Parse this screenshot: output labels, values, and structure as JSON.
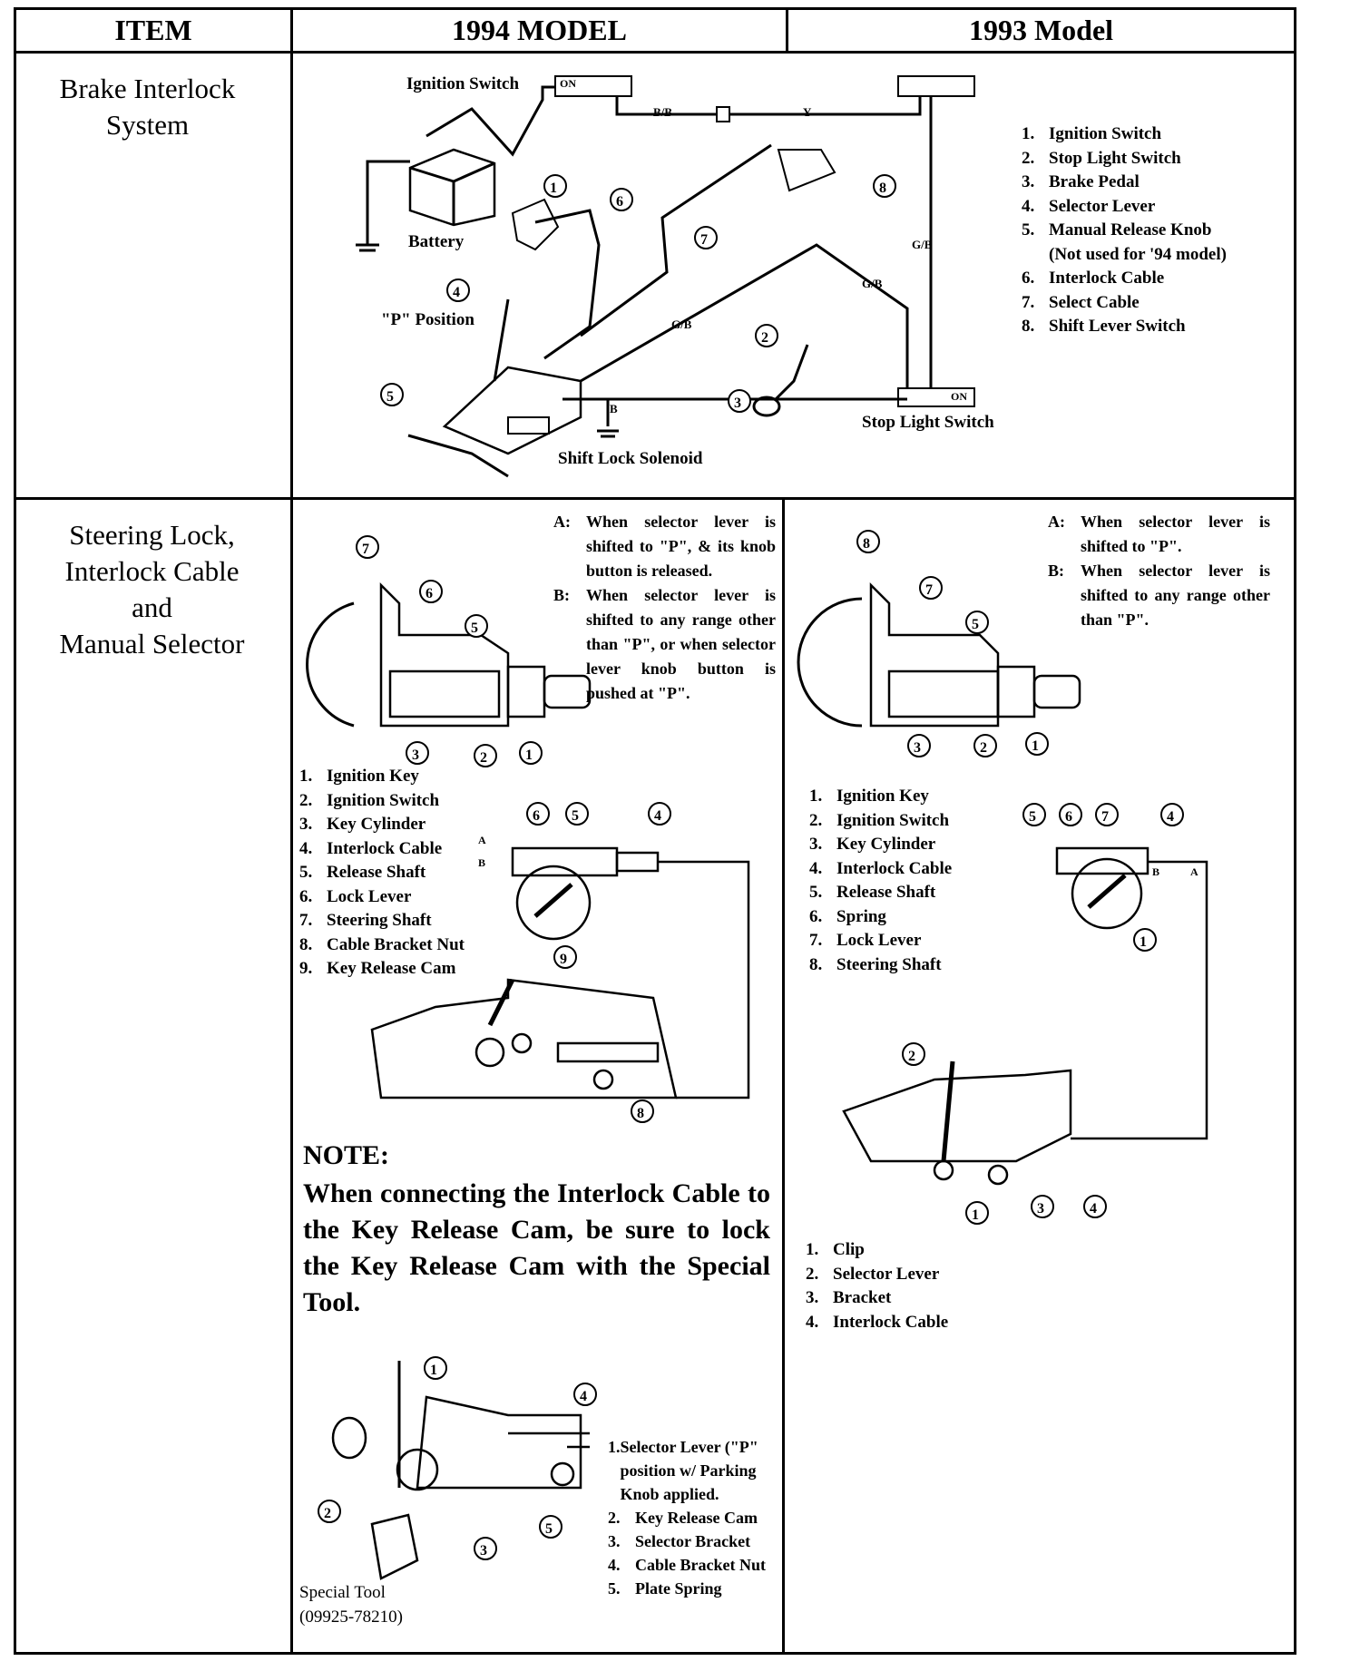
{
  "header": {
    "item": "ITEM",
    "model_1994": "1994 MODEL",
    "model_1993": "1993 Model"
  },
  "row1": {
    "item_label": "Brake Interlock System",
    "labels": {
      "ignition_switch": "Ignition Switch",
      "battery": "Battery",
      "p_position": "\"P\" Position",
      "shift_lock_solenoid": "Shift Lock Solenoid",
      "stop_light_switch": "Stop Light Switch",
      "on": "ON",
      "wire_bb": "B/B",
      "wire_y": "Y",
      "wire_gb": "G/B",
      "wire_b": "B"
    },
    "legend": [
      {
        "n": "1.",
        "t": "Ignition Switch"
      },
      {
        "n": "2.",
        "t": "Stop Light Switch"
      },
      {
        "n": "3.",
        "t": "Brake Pedal"
      },
      {
        "n": "4.",
        "t": "Selector Lever"
      },
      {
        "n": "5.",
        "t": "Manual Release Knob"
      },
      {
        "n": "",
        "t": "(Not used for '94 model)"
      },
      {
        "n": "6.",
        "t": "Interlock Cable"
      },
      {
        "n": "7.",
        "t": "Select Cable"
      },
      {
        "n": "8.",
        "t": "Shift Lever Switch"
      }
    ]
  },
  "row2": {
    "item_label_lines": [
      "Steering Lock,",
      "Interlock Cable",
      "and",
      "Manual Selector"
    ],
    "col94": {
      "notes": [
        {
          "k": "A:",
          "v": "When selector lever is shifted to \"P\", & its knob button is released."
        },
        {
          "k": "B:",
          "v": "When selector lever is shifted to any range other than \"P\", or when selector lever knob button is pushed at \"P\"."
        }
      ],
      "parts": [
        {
          "n": "1.",
          "t": "Ignition Key"
        },
        {
          "n": "2.",
          "t": "Ignition Switch"
        },
        {
          "n": "3.",
          "t": "Key Cylinder"
        },
        {
          "n": "4.",
          "t": "Interlock Cable"
        },
        {
          "n": "5.",
          "t": "Release Shaft"
        },
        {
          "n": "6.",
          "t": "Lock Lever"
        },
        {
          "n": "7.",
          "t": "Steering Shaft"
        },
        {
          "n": "8.",
          "t": "Cable Bracket Nut"
        },
        {
          "n": "9.",
          "t": "Key Release Cam"
        }
      ],
      "note_heading": "NOTE:",
      "note_body": "When connecting the Interlock Cable to the Key Release Cam, be sure to lock the Key Release Cam with the Special Tool.",
      "tool_parts": [
        {
          "n": "1.",
          "t": "Selector Lever (\"P\" position w/ Parking Knob applied."
        },
        {
          "n": "2.",
          "t": "Key Release Cam"
        },
        {
          "n": "3.",
          "t": "Selector Bracket"
        },
        {
          "n": "4.",
          "t": "Cable Bracket Nut"
        },
        {
          "n": "5.",
          "t": "Plate Spring"
        }
      ],
      "special_tool": "Special Tool",
      "special_tool_no": "(09925-78210)"
    },
    "col93": {
      "notes": [
        {
          "k": "A:",
          "v": "When selector lever is shifted to \"P\"."
        },
        {
          "k": "B:",
          "v": "When selector lever is shifted to any range other than \"P\"."
        }
      ],
      "parts": [
        {
          "n": "1.",
          "t": "Ignition Key"
        },
        {
          "n": "2.",
          "t": "Ignition Switch"
        },
        {
          "n": "3.",
          "t": "Key Cylinder"
        },
        {
          "n": "4.",
          "t": "Interlock Cable"
        },
        {
          "n": "5.",
          "t": "Release Shaft"
        },
        {
          "n": "6.",
          "t": "Spring"
        },
        {
          "n": "7.",
          "t": "Lock Lever"
        },
        {
          "n": "8.",
          "t": "Steering Shaft"
        }
      ],
      "parts2": [
        {
          "n": "1.",
          "t": "Clip"
        },
        {
          "n": "2.",
          "t": "Selector Lever"
        },
        {
          "n": "3.",
          "t": "Bracket"
        },
        {
          "n": "4.",
          "t": "Interlock Cable"
        }
      ]
    }
  }
}
